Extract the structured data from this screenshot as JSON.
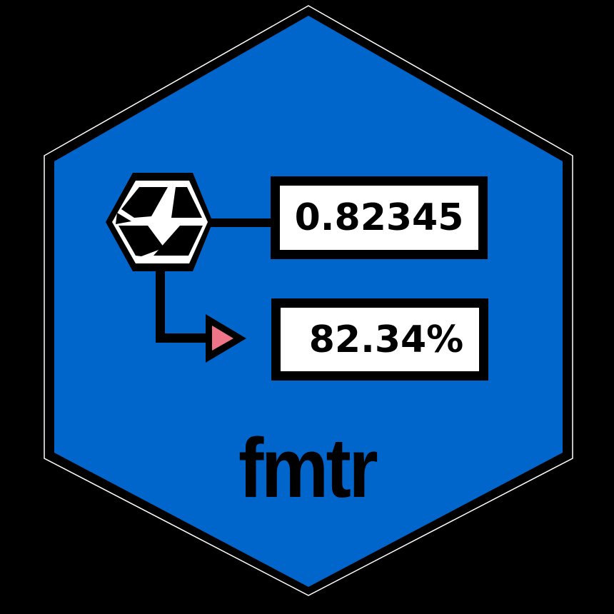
{
  "logo": {
    "package_name": "fmtr",
    "colors": {
      "hex_fill": "#0066CC",
      "outline": "#000000",
      "box_fill": "#FFFFFF",
      "arrow_fill": "#EE7588"
    },
    "icon": "camera-shutter-hex-icon",
    "input_value": "0.82345",
    "output_value": "82.34%"
  }
}
